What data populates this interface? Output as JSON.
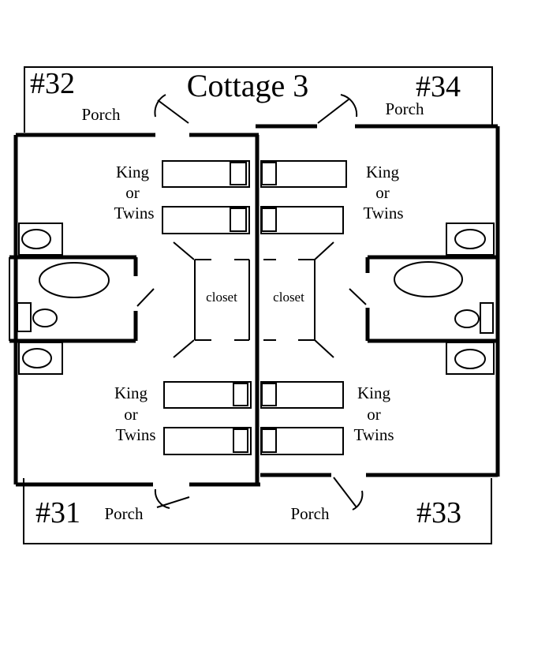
{
  "title": "Cottage 3",
  "units": {
    "u32": "#32",
    "u34": "#34",
    "u31": "#31",
    "u33": "#33"
  },
  "porch_label": "Porch",
  "bed_label": {
    "line1": "King",
    "line2": "or",
    "line3": "Twins"
  },
  "closet_label": "closet",
  "colors": {
    "line": "#000000",
    "background": "#ffffff"
  }
}
